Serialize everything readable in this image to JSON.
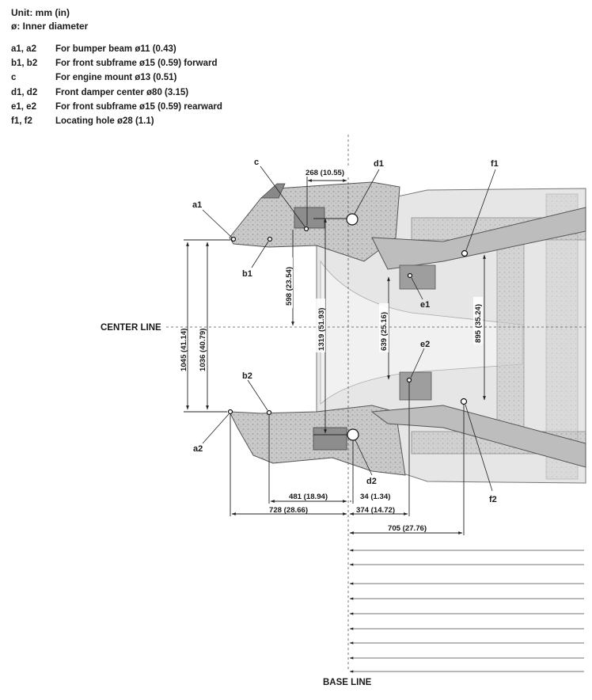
{
  "header": {
    "unit": "Unit: mm (in)",
    "inner_diameter": "ø: Inner diameter"
  },
  "legend": [
    {
      "id": "a1, a2",
      "text": "For bumper beam ø11 (0.43)"
    },
    {
      "id": "b1, b2",
      "text": "For front subframe ø15 (0.59) forward"
    },
    {
      "id": "c",
      "text": "For engine mount ø13 (0.51)"
    },
    {
      "id": "d1, d2",
      "text": "Front damper center ø80 (3.15)"
    },
    {
      "id": "e1, e2",
      "text": "For front subframe ø15 (0.59) rearward"
    },
    {
      "id": "f1, f2",
      "text": "Locating hole ø28 (1.1)"
    }
  ],
  "points": {
    "a1": "a1",
    "a2": "a2",
    "b1": "b1",
    "b2": "b2",
    "c": "c",
    "d1": "d1",
    "d2": "d2",
    "e1": "e1",
    "e2": "e2",
    "f1": "f1",
    "f2": "f2"
  },
  "dimensions": {
    "d_268": "268 (10.55)",
    "d_598": "598 (23.54)",
    "d_1045": "1045 (41.14)",
    "d_1036": "1036 (40.79)",
    "d_1319": "1319 (51.93)",
    "d_639": "639 (25.16)",
    "d_895": "895 (35.24)",
    "d_481": "481 (18.94)",
    "d_34": "34 (1.34)",
    "d_728": "728 (28.66)",
    "d_374": "374 (14.72)",
    "d_705": "705 (27.76)"
  },
  "reference_lines": {
    "center_line": "CENTER LINE",
    "base_line": "BASE LINE"
  }
}
